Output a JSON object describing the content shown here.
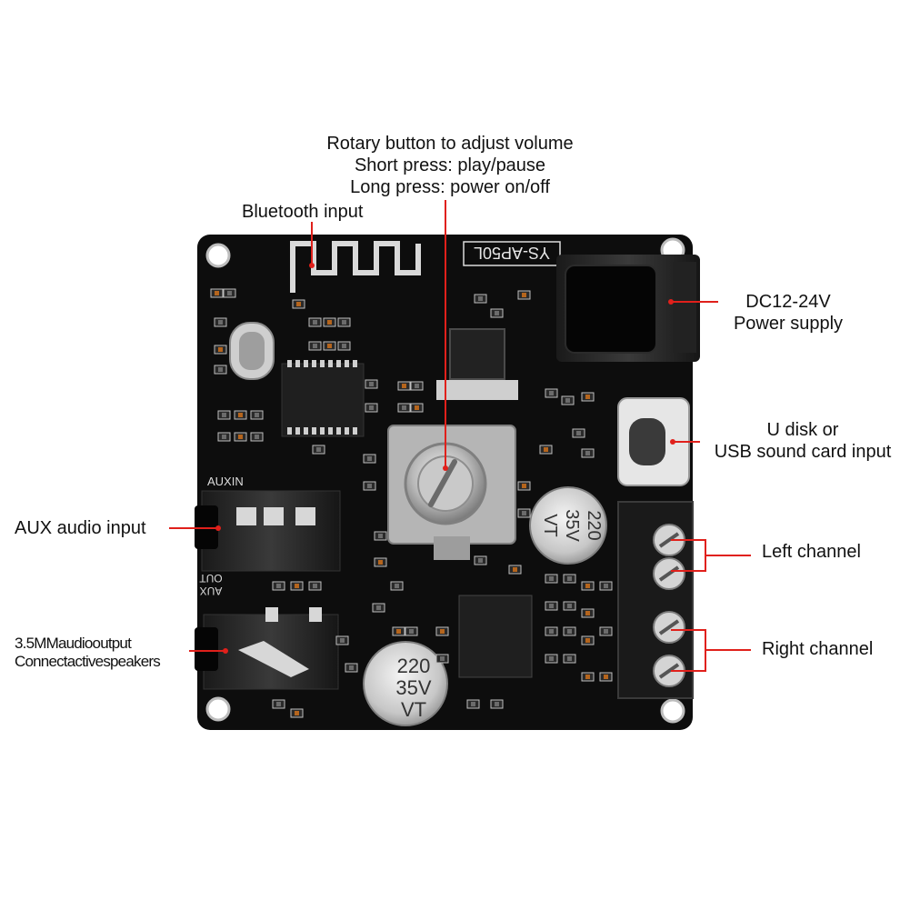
{
  "board": {
    "model": "YS-AP50L",
    "aux_in_label": "AUXIN",
    "aux_out_label": "AUX OUT",
    "capacitor_top": [
      "220",
      "35V",
      "VT"
    ],
    "capacitor_bottom": [
      "220",
      "35V",
      "VT"
    ]
  },
  "callouts": {
    "rotary_line1": "Rotary button to adjust volume",
    "rotary_line2": "Short press: play/pause",
    "rotary_line3": "Long press: power on/off",
    "bluetooth": "Bluetooth input",
    "dc_line1": "DC12-24V",
    "dc_line2": "Power supply",
    "usb_line1": "U disk or",
    "usb_line2": "USB sound card input",
    "aux_input": "AUX audio input",
    "left_channel": "Left channel",
    "right_channel": "Right channel",
    "out_line1": "3.5MMaudiooutput",
    "out_line2": "Connectactivespeakers"
  },
  "colors": {
    "leader_line": "#e0201b",
    "pcb": "#0d0d0d"
  }
}
